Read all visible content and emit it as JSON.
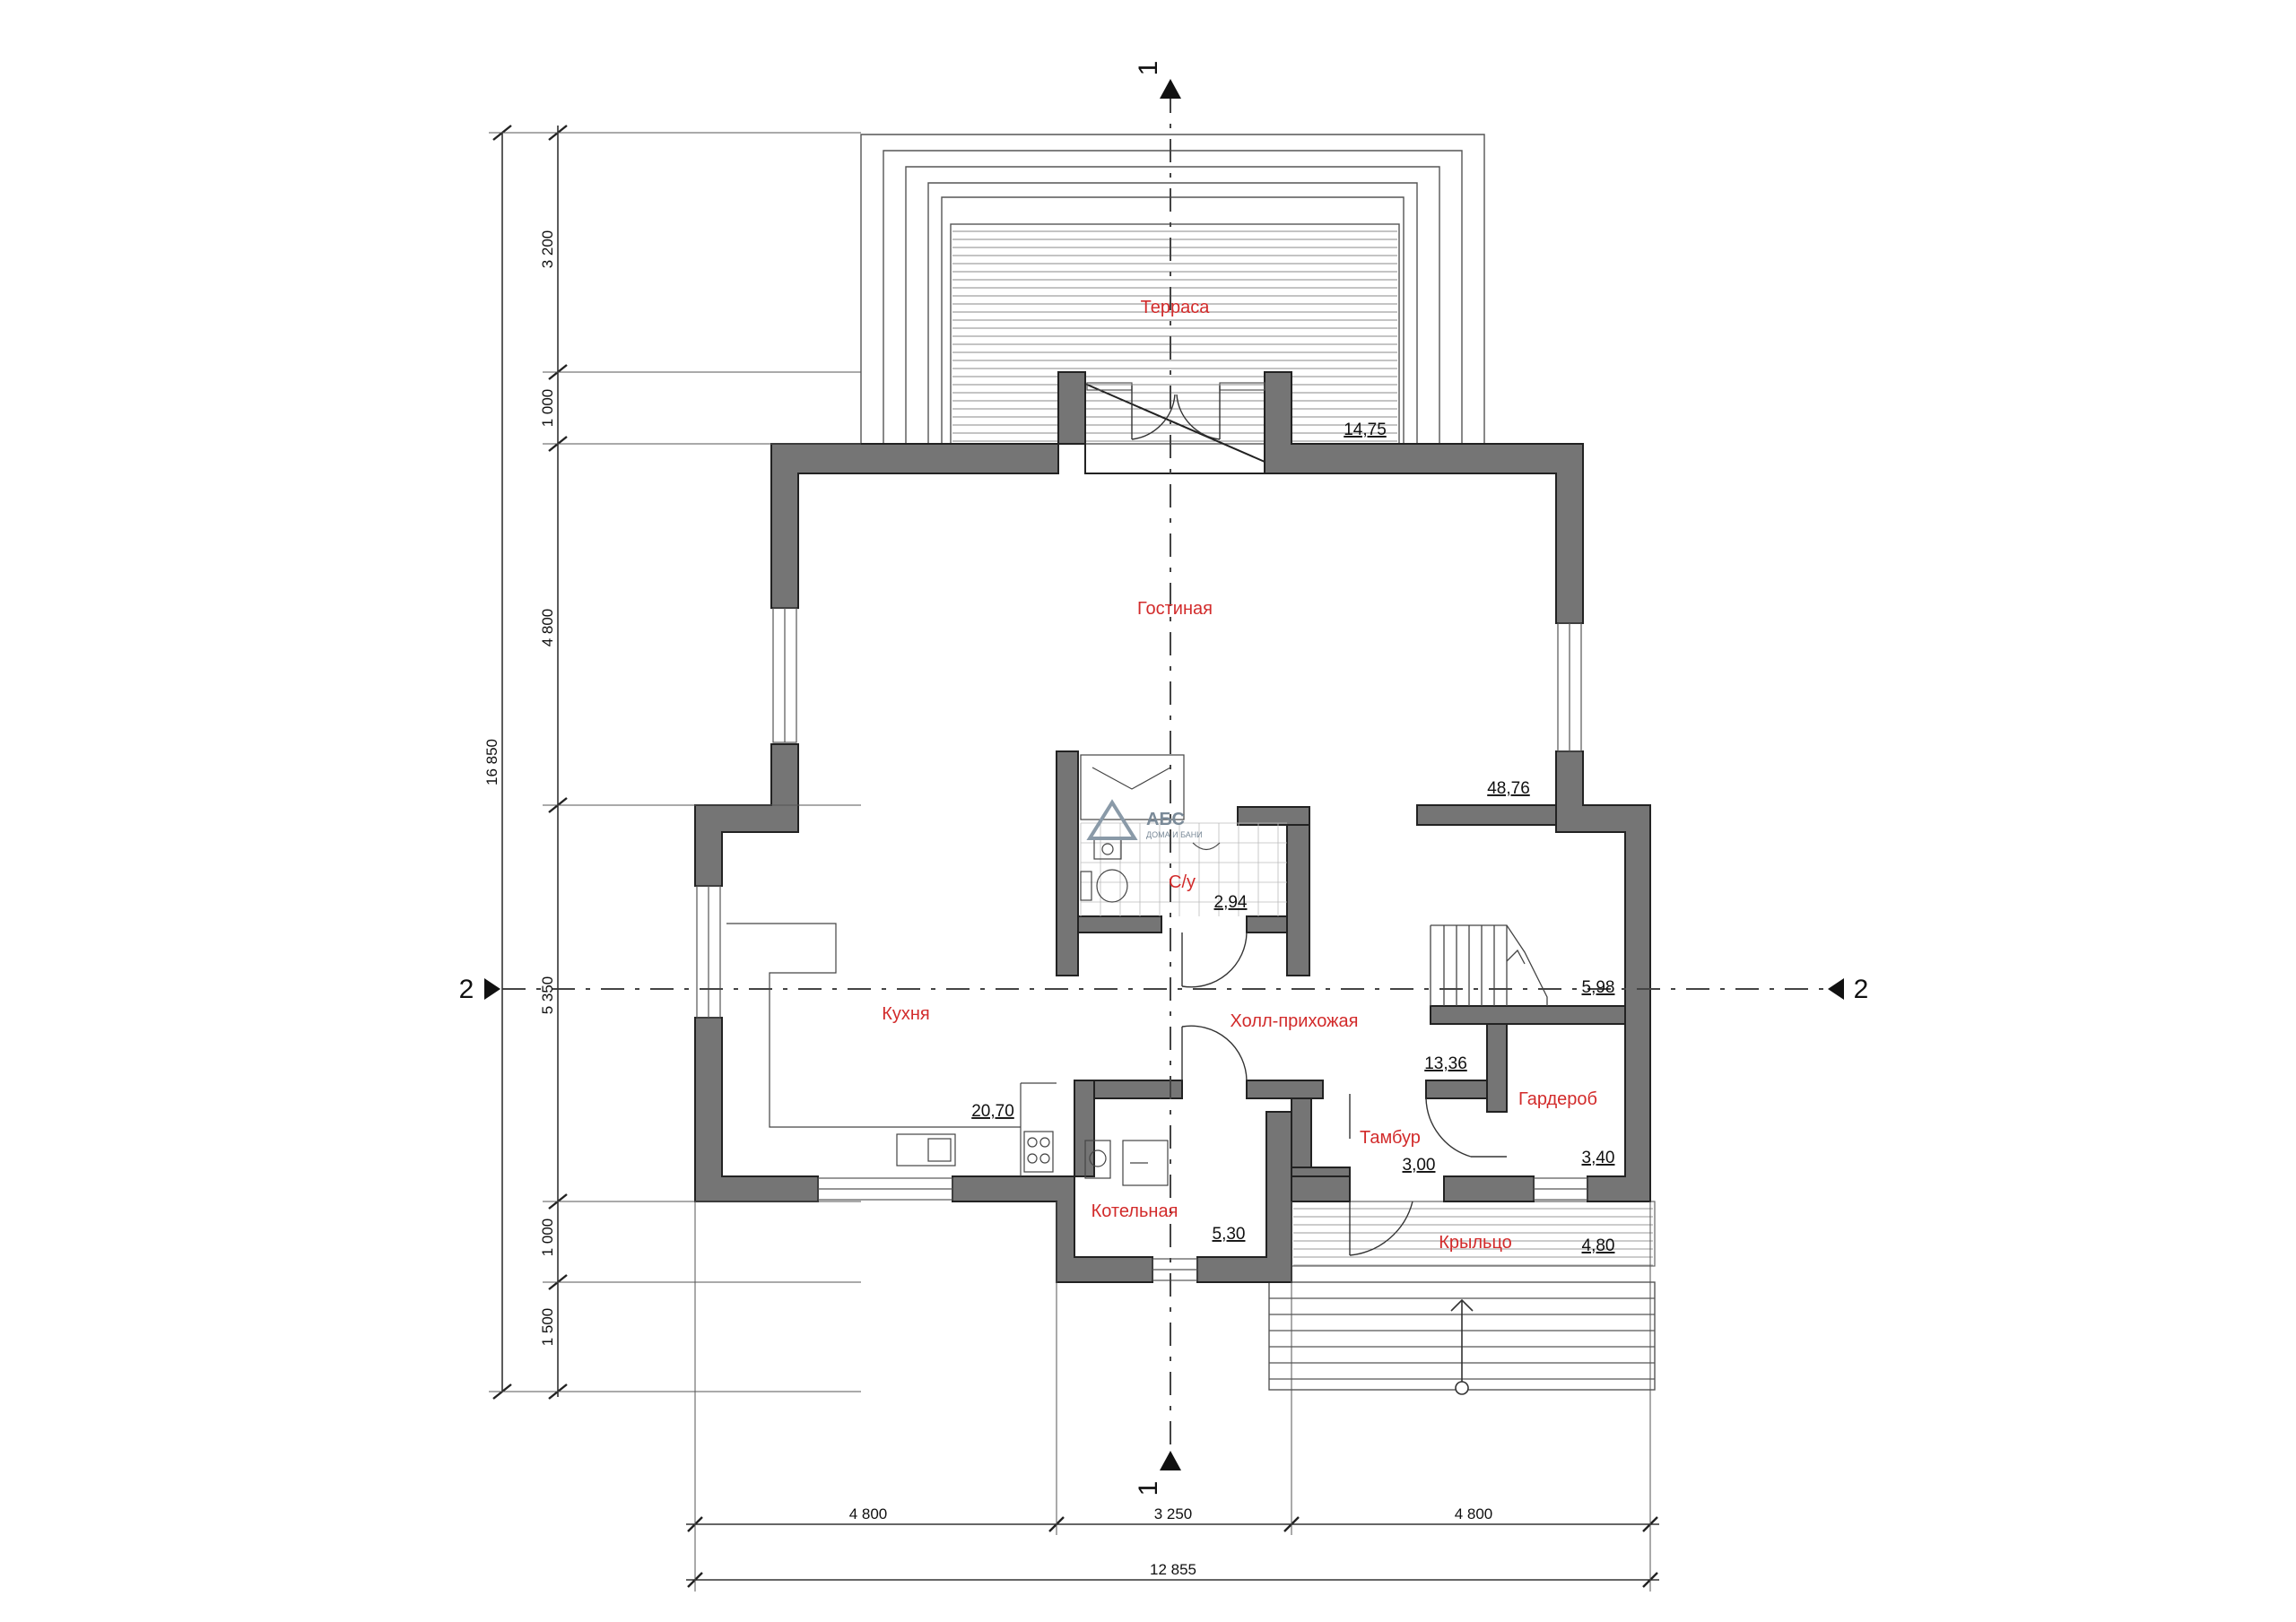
{
  "rooms": {
    "terrace": {
      "name": "Терраса",
      "area": "14,75"
    },
    "living": {
      "name": "Гостиная",
      "area": "48,76"
    },
    "bathroom": {
      "name": "С/у",
      "area": "2,94"
    },
    "kitchen": {
      "name": "Кухня",
      "area": "20,70"
    },
    "hall": {
      "name": "Холл-прихожая",
      "area": "13,36"
    },
    "stair_area": "5,98",
    "wardrobe": {
      "name": "Гардероб",
      "area": "3,40"
    },
    "vestibule": {
      "name": "Тамбур",
      "area": "3,00"
    },
    "boiler": {
      "name": "Котельная",
      "area": "5,30"
    },
    "porch": {
      "name": "Крыльцо",
      "area": "4,80"
    }
  },
  "dimensions": {
    "vertical": [
      "3 200",
      "1 000",
      "4 800",
      "5 350",
      "1 000",
      "1 500"
    ],
    "vertical_total": "16 850",
    "horizontal": [
      "4 800",
      "3 250",
      "4 800"
    ],
    "horizontal_total": "12 855"
  },
  "section_marks": {
    "section_1": "1",
    "section_2": "2"
  },
  "logo": {
    "main": "АБС",
    "sub": "ДОМА И БАНИ"
  }
}
